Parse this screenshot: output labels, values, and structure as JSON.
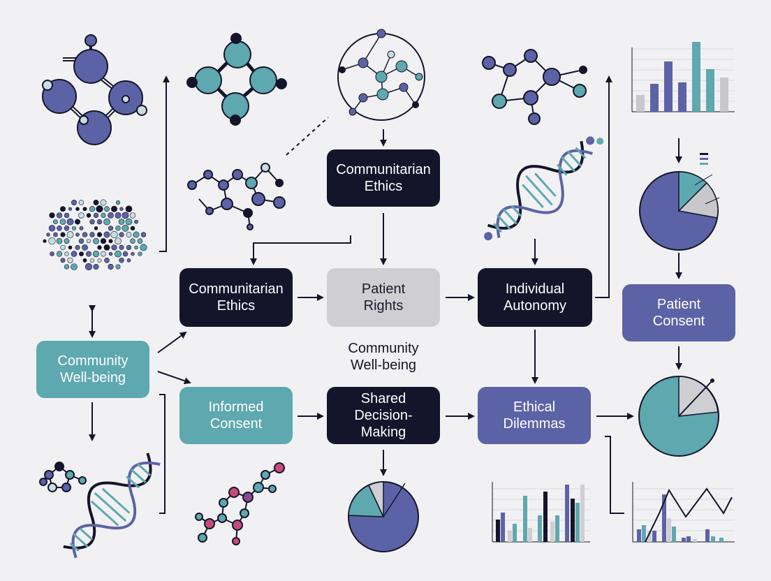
{
  "colors": {
    "dark": "#14142a",
    "grey": "#cfcfd3",
    "teal": "#5ea8b0",
    "purple": "#5c62a6",
    "background": "#f1f1f3"
  },
  "nodes": {
    "communitarian_top": {
      "line1": "Communitarian",
      "line2": "Ethics"
    },
    "communitarian_mid": {
      "line1": "Communitarian",
      "line2": "Ethics"
    },
    "patient_rights": {
      "line1": "Patient",
      "line2": "Rights"
    },
    "individual_autonomy": {
      "line1": "Individual",
      "line2": "Autonomy"
    },
    "patient_consent": {
      "line1": "Patient",
      "line2": "Consent"
    },
    "community_wellbeing_left": {
      "line1": "Community",
      "line2": "Well-being"
    },
    "community_wellbeing_center": {
      "line1": "Community",
      "line2": "Well-being"
    },
    "informed_consent": {
      "line1": "Informed",
      "line2": "Consent"
    },
    "shared_decision": {
      "line1": "Shared",
      "line2": "Decision-",
      "line3": "Making"
    },
    "ethical_dilemmas": {
      "line1": "Ethical",
      "line2": "Dilemmas"
    }
  },
  "icons": [
    "molecule-icon",
    "molecule-icon",
    "molecule-network-icon",
    "molecule-icon",
    "molecule-icon",
    "dna-helix-icon",
    "dot-cluster-icon",
    "dna-helix-icon",
    "molecule-chain-icon",
    "bar-chart-icon",
    "pie-chart-icon",
    "line-bar-chart-icon"
  ]
}
